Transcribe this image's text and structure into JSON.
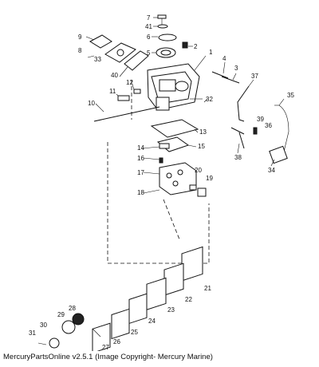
{
  "caption": "MercuryPartsOnline v2.5.1 (Image Copyright- Mercury Marine)",
  "callouts": [
    "7",
    "41",
    "6",
    "2",
    "3",
    "4",
    "5",
    "9",
    "8",
    "33",
    "1",
    "40",
    "37",
    "35",
    "12",
    "11",
    "10",
    "32",
    "39",
    "36",
    "13",
    "38",
    "14",
    "15",
    "16",
    "34",
    "17",
    "20",
    "19",
    "18",
    "21",
    "22",
    "23",
    "24",
    "28",
    "29",
    "25",
    "30",
    "26",
    "31",
    "27"
  ]
}
